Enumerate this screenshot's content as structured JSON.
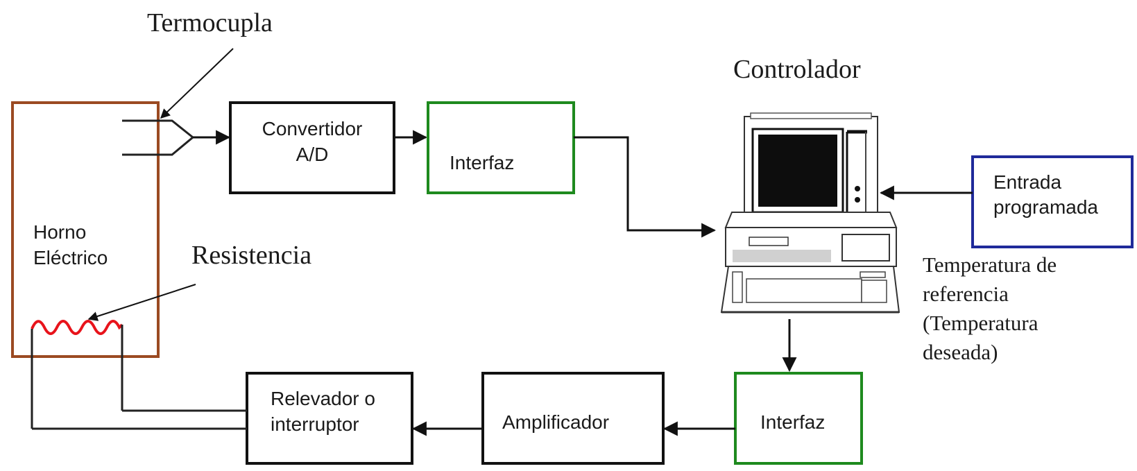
{
  "labels": {
    "termocupla": "Termocupla",
    "controlador": "Controlador",
    "resistencia": "Resistencia",
    "horno_line1": "Horno",
    "horno_line2": "Eléctrico",
    "temp_ref_line1": "Temperatura de",
    "temp_ref_line2": "referencia",
    "temp_ref_line3": "(Temperatura",
    "temp_ref_line4": "deseada)"
  },
  "blocks": {
    "convertidor_line1": "Convertidor",
    "convertidor_line2": "A/D",
    "interfaz_top": "Interfaz",
    "entrada_line1": "Entrada",
    "entrada_line2": "programada",
    "interfaz_bottom": "Interfaz",
    "amplificador": "Amplificador",
    "relevador_line1": "Relevador o",
    "relevador_line2": "interruptor"
  },
  "colors": {
    "horno_border": "#9b4a22",
    "interfaz_border": "#1e8a1e",
    "entrada_border": "#1f2a9a",
    "resistencia_coil": "#e8131b",
    "block_border": "#111111"
  },
  "icons": {
    "controlador": "desktop-computer-icon"
  }
}
